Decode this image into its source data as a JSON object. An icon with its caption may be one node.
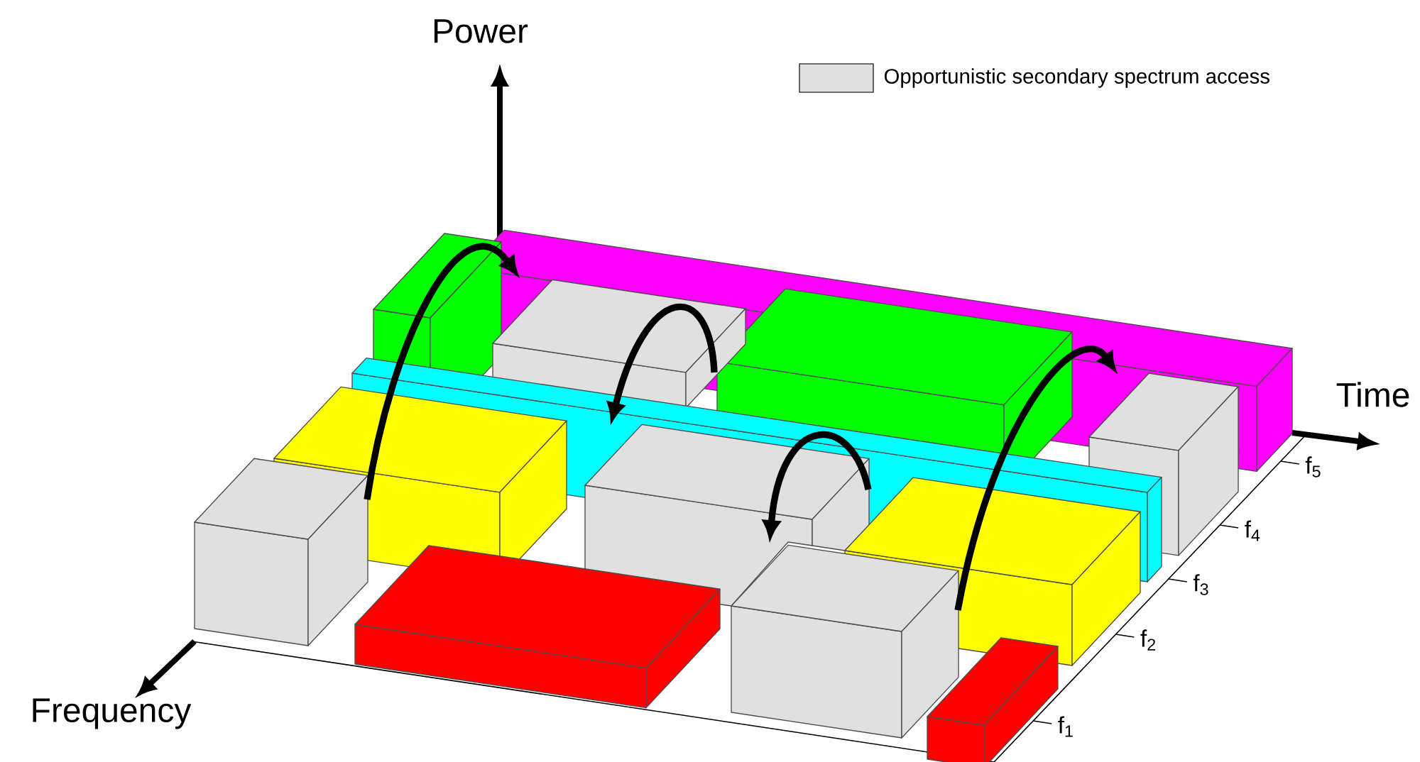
{
  "diagram": {
    "nodes": [
      {
        "text": [],
        "shape": "box"
      },
      {
        "text": [],
        "shape": "box"
      },
      {
        "text": [],
        "shape": "box"
      },
      {
        "text": [],
        "shape": "box"
      },
      {
        "text": [],
        "shape": "box"
      }
    ],
    "edges": [
      {
        "from": 0,
        "to": 1,
        "arrow": "to"
      },
      {
        "from": 1,
        "to": 2,
        "arrow": "to"
      },
      {
        "from": 2,
        "to": 3,
        "arrow": "to"
      },
      {
        "from": 3,
        "to": 4,
        "arrow": "to"
      }
    ],
    "labels": [
      "Power",
      "Time",
      "f$_{5}$",
      "f$_{4}$",
      "f$_{3}$",
      "f$_{2}$",
      "f$_{1}$",
      "Frequency"
    ],
    "legend": [
      {
        "text": "Opportunistic secondary spectrum access",
        "color": "#e0e0e0"
      }
    ]
  }
}
